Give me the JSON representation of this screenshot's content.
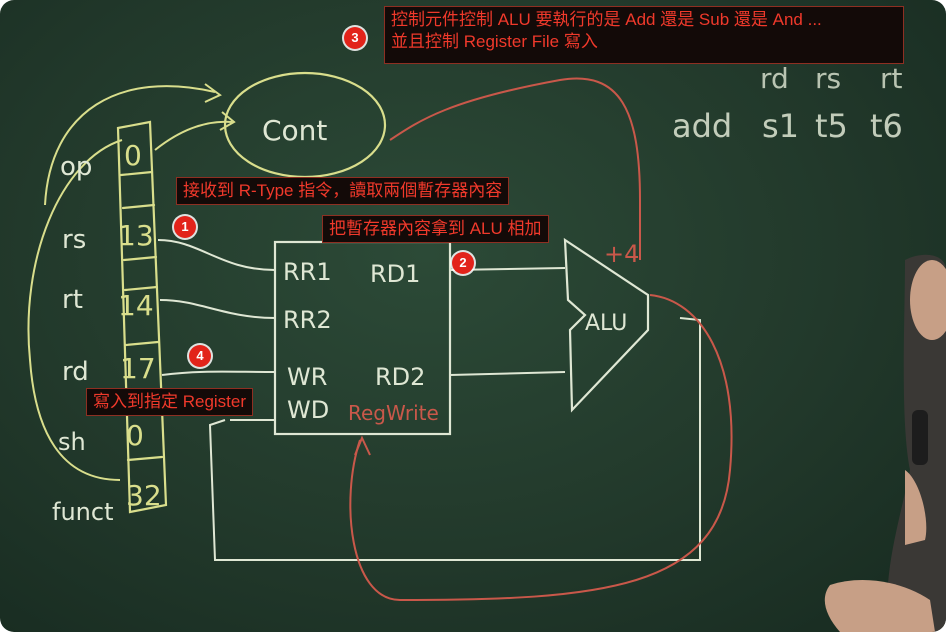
{
  "annotations": [
    {
      "number": "1",
      "text": "接收到 R-Type 指令，讀取兩個暫存器內容"
    },
    {
      "number": "2",
      "text": "把暫存器內容拿到 ALU 相加"
    },
    {
      "number": "3",
      "lines": [
        "控制元件控制 ALU 要執行的是 Add 還是 Sub 還是 And ...",
        "並且控制 Register File 寫入"
      ]
    },
    {
      "number": "4",
      "text": "寫入到指定 Register"
    }
  ],
  "chalkboard": {
    "control_label": "Cont",
    "field_labels": [
      "op",
      "rs",
      "rt",
      "rd",
      "sh",
      "funct"
    ],
    "field_values": [
      "0",
      "13",
      "14",
      "17",
      "0",
      "32"
    ],
    "register_file_ports": [
      "RR1",
      "RR2",
      "WR",
      "WD",
      "RD1",
      "RD2"
    ],
    "reg_write_label": "RegWrite",
    "alu_label": "ALU",
    "alu_op_label": "+4",
    "instruction_operands": [
      "rd",
      "rs",
      "rt"
    ],
    "instruction": [
      "add",
      "s1",
      "t5",
      "t6"
    ]
  },
  "colors": {
    "chalk_white": "#dfe7d4",
    "chalk_yellow": "#d9de8c",
    "chalk_red": "#c9584a",
    "board_green": "#253f2f",
    "callout_text": "#f0392b",
    "badge_red": "#e2231a"
  }
}
